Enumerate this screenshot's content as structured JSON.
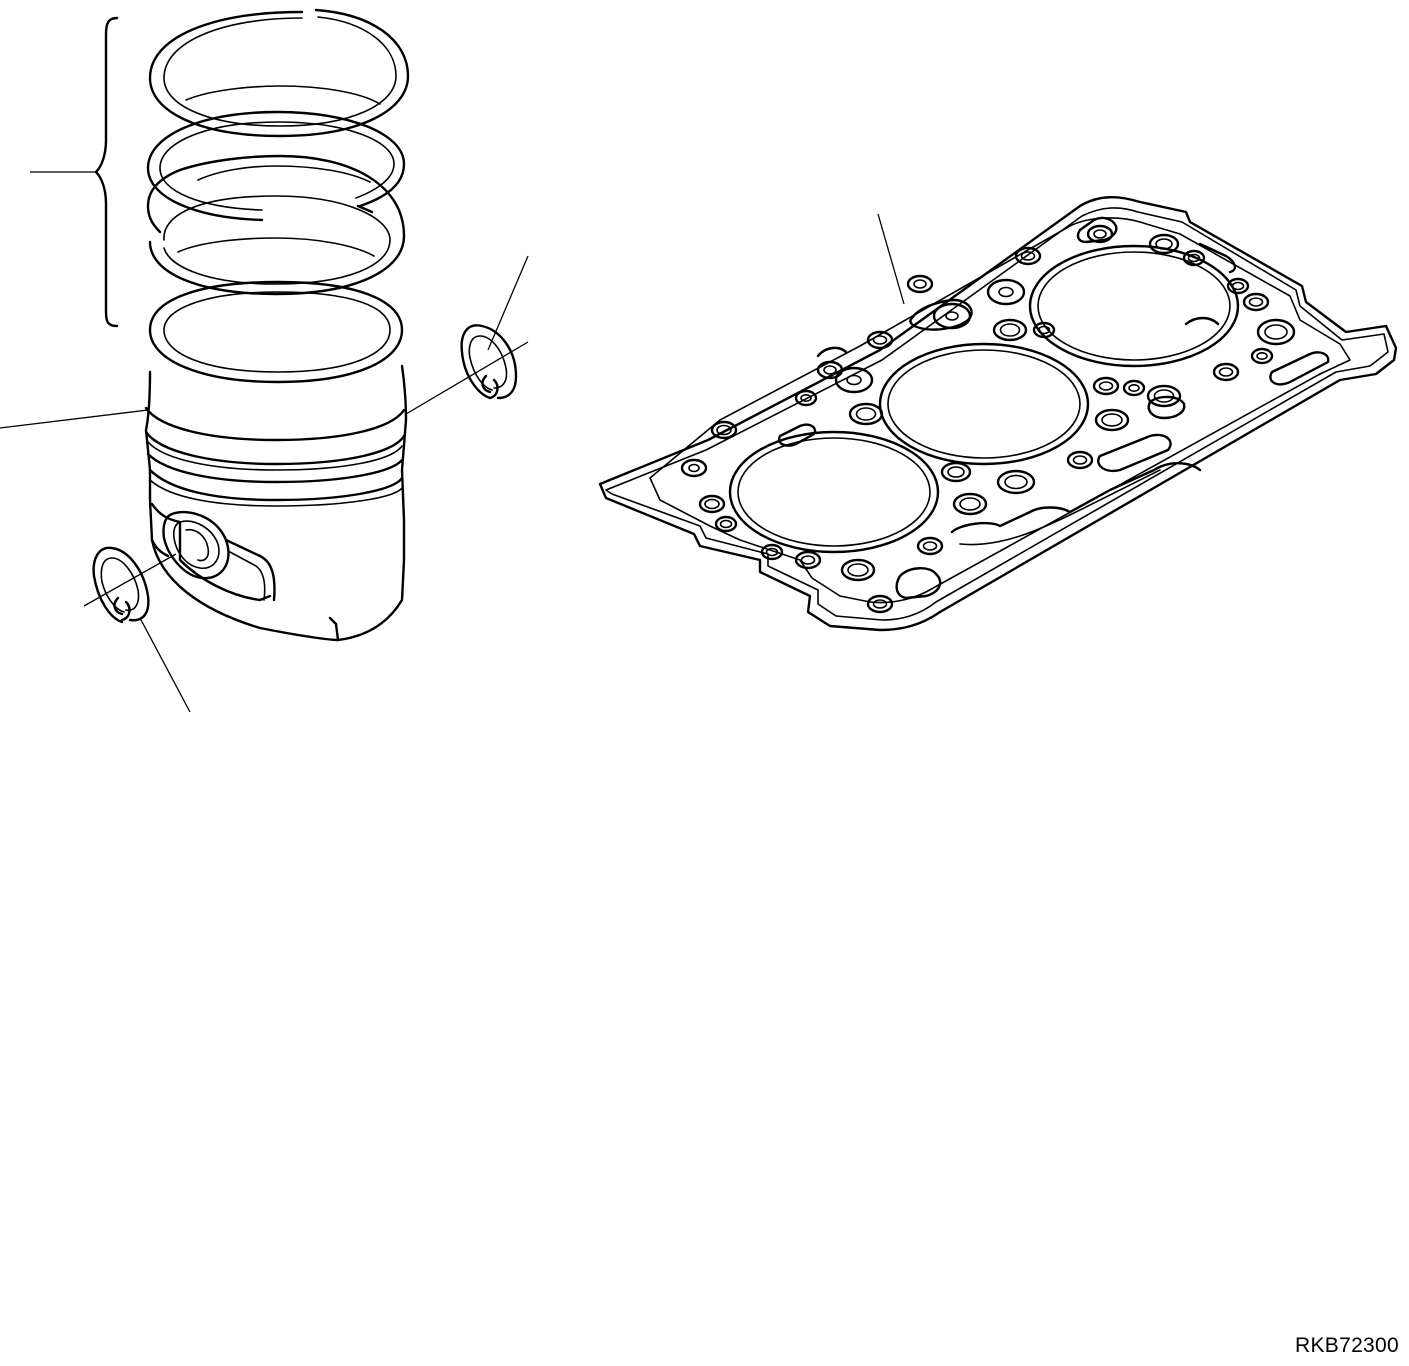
{
  "figure_id": "RKB72300",
  "colors": {
    "line": "#000000",
    "background": "#ffffff"
  },
  "parts": [
    {
      "name": "piston-ring-set",
      "icon": "piston-ring-set-drawing"
    },
    {
      "name": "piston",
      "icon": "piston-drawing"
    },
    {
      "name": "snap-ring",
      "icon": "snap-ring-drawing"
    },
    {
      "name": "cylinder-head-gasket",
      "icon": "cylinder-head-gasket-drawing"
    }
  ]
}
